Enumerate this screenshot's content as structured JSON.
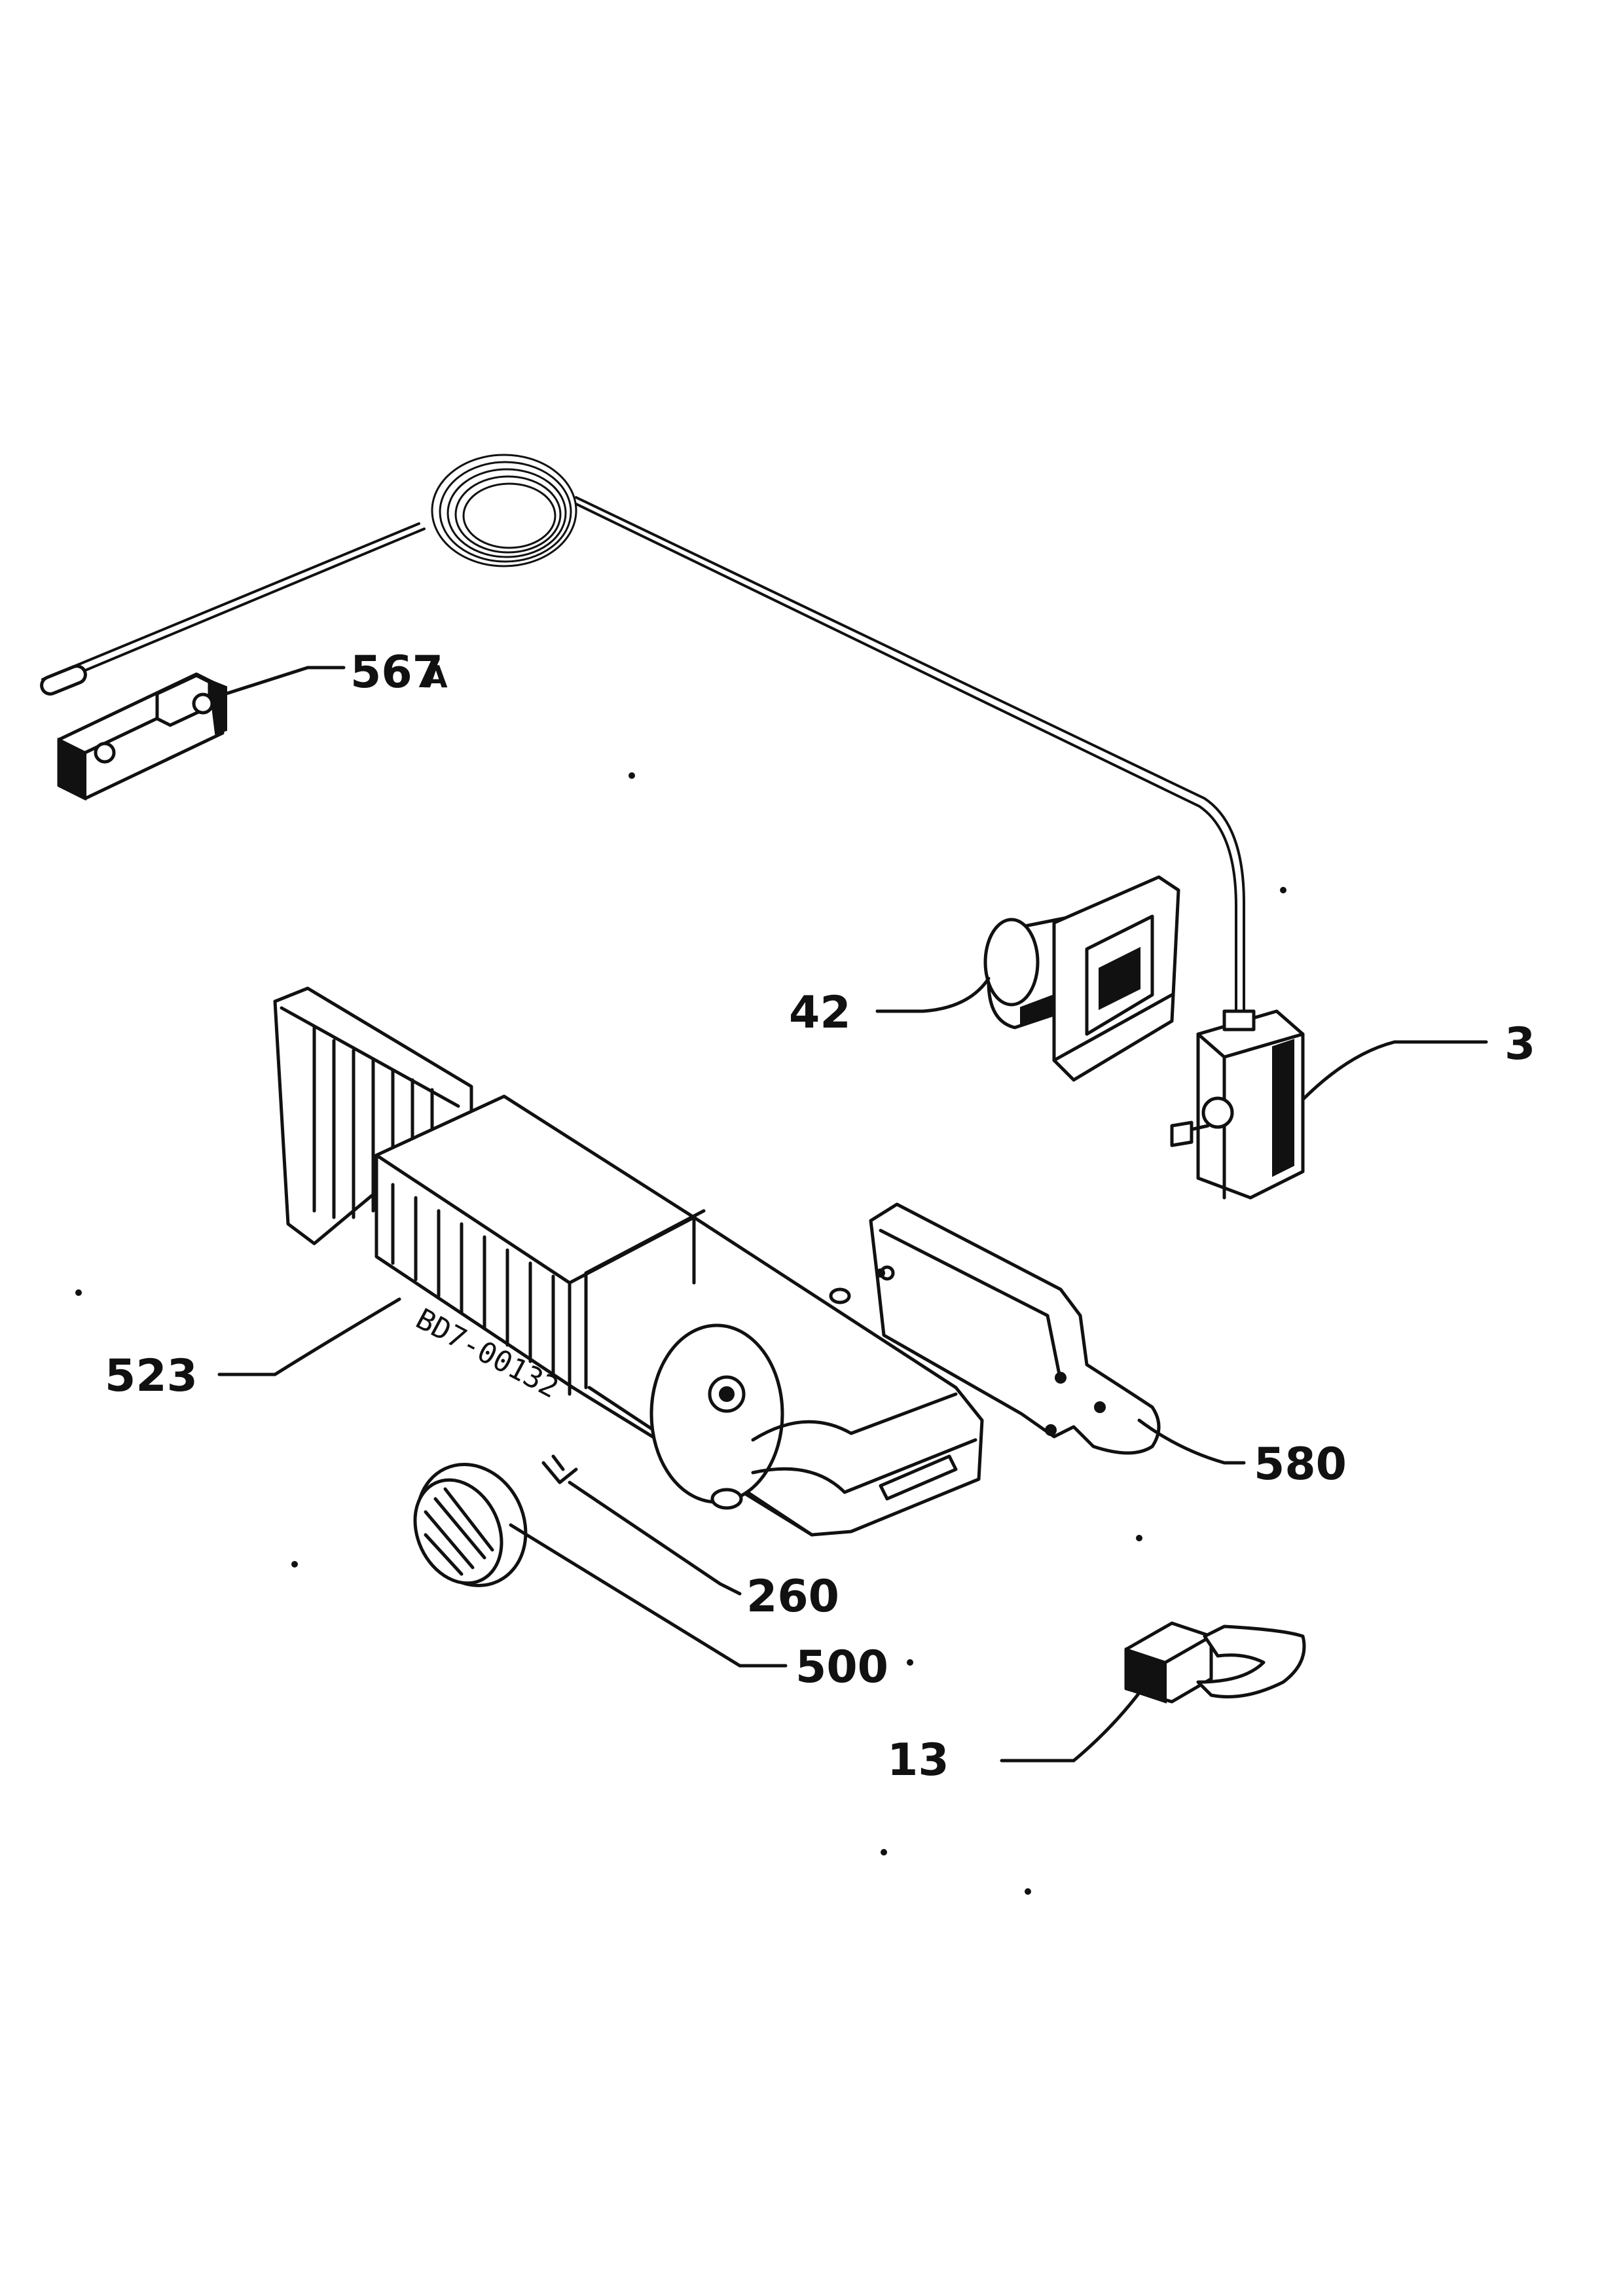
{
  "labels": {
    "l567": "567",
    "l567_suffix": "A",
    "l42": "42",
    "l3": "3",
    "l523": "523",
    "l580": "580",
    "l260": "260",
    "l500": "500",
    "l13": "13"
  },
  "stamp": "BD7-00132"
}
